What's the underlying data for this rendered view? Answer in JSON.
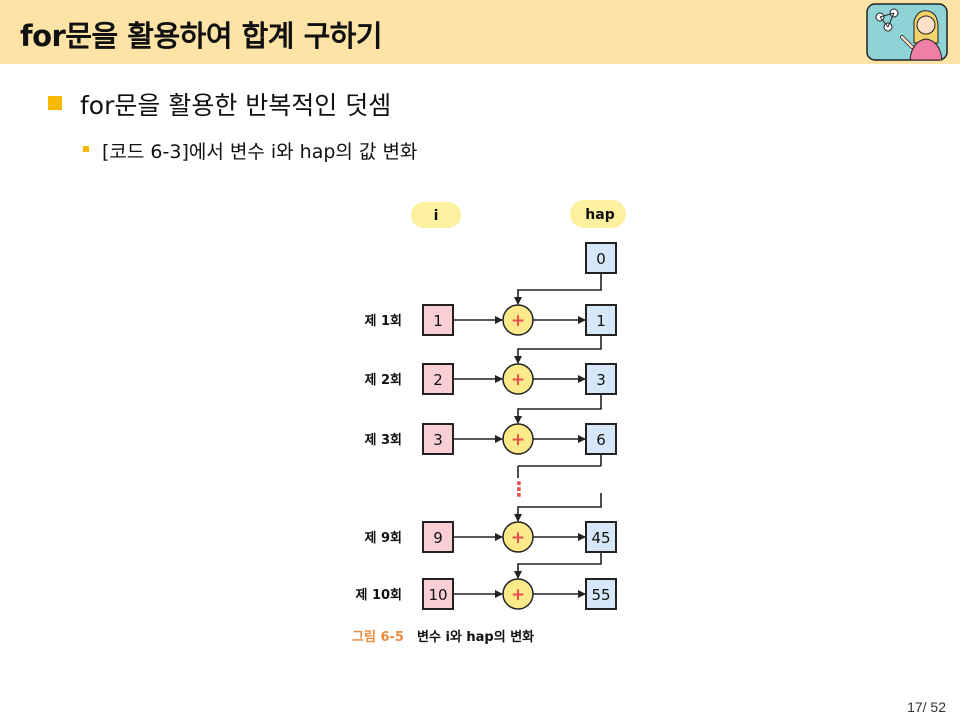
{
  "header": {
    "title": "for문을 활용하여 합계 구하기"
  },
  "avatar": {
    "icon": "presenter-avatar-icon"
  },
  "content": {
    "bullet_main": "for문을 활용한 반복적인 덧셈",
    "bullet_sub": "[코드 6-3]에서 변수 i와 hap의 값 변화"
  },
  "diagram": {
    "col_i_label": "i",
    "col_hap_label": "hap",
    "initial_hap": "0",
    "operator": "+",
    "ellipsis": "⋮",
    "rows": [
      {
        "label": "제 1회",
        "i": "1",
        "hap": "1"
      },
      {
        "label": "제 2회",
        "i": "2",
        "hap": "3"
      },
      {
        "label": "제 3회",
        "i": "3",
        "hap": "6"
      },
      {
        "label": "제 9회",
        "i": "9",
        "hap": "45"
      },
      {
        "label": "제 10회",
        "i": "10",
        "hap": "55"
      }
    ],
    "caption_num": "그림 6-5",
    "caption_text": "변수 i와 hap의 변화",
    "colors": {
      "i_box": "#f9cfd5",
      "hap_box": "#d6e8f7",
      "plus_circle": "#fce98a",
      "plus_sign": "#e94e4e",
      "header_pill": "#fdf09e",
      "caption_num": "#f08a3c"
    }
  },
  "page": {
    "number": "17/ 52"
  }
}
